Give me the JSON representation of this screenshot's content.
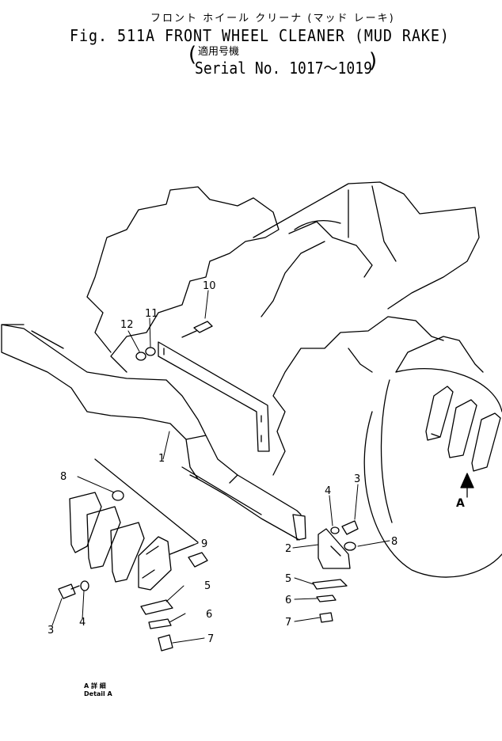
{
  "header": {
    "jp_title": "フロント ホイール クリーナ (マッド レーキ)",
    "figure_title": "Fig. 511A FRONT WHEEL CLEANER (MUD RAKE)",
    "jp_applicable": "適用号機",
    "serial": "Serial No. 1017～1019"
  },
  "callouts": {
    "c1": "1",
    "c2": "2",
    "c3a": "3",
    "c3b": "3",
    "c4a": "4",
    "c4b": "4",
    "c5a": "5",
    "c5b": "5",
    "c6a": "6",
    "c6b": "6",
    "c7a": "7",
    "c7b": "7",
    "c8a": "8",
    "c8b": "8",
    "c9": "9",
    "c10": "10",
    "c11": "11",
    "c12": "12"
  },
  "view_marker": "A",
  "detail": {
    "jp": "A 詳 細",
    "en": "Detail A"
  }
}
